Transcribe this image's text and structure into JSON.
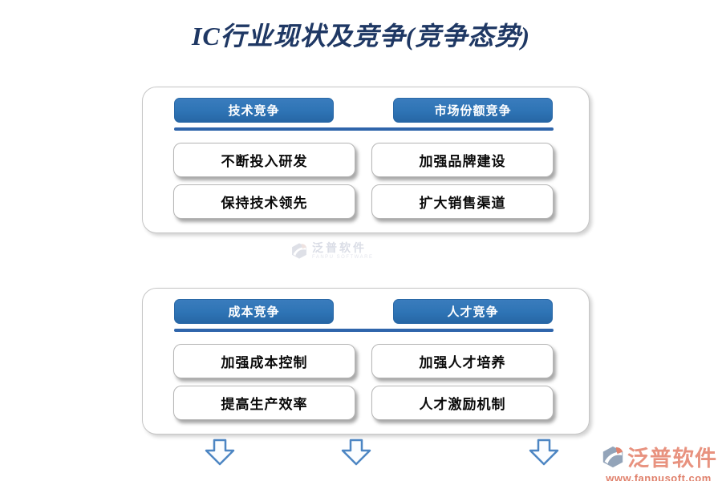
{
  "title": "IC行业现状及竞争(竞争态势)",
  "panels": [
    {
      "columns": [
        {
          "header": "技术竞争",
          "items": [
            "不断投入研发",
            "保持技术领先"
          ]
        },
        {
          "header": "市场份额竞争",
          "items": [
            "加强品牌建设",
            "扩大销售渠道"
          ]
        }
      ]
    },
    {
      "columns": [
        {
          "header": "成本竞争",
          "items": [
            "加强成本控制",
            "提高生产效率"
          ]
        },
        {
          "header": "人才竞争",
          "items": [
            "加强人才培养",
            "人才激励机制"
          ]
        }
      ]
    }
  ],
  "watermark": {
    "brand": "泛普软件",
    "subtitle": "FANPU SOFTWARE"
  },
  "footer_logo": {
    "brand": "泛普软件",
    "website": "www.fanpusoft.com"
  },
  "icons": {
    "down_arrow": "hollow-blue-down-arrow",
    "brand_logo": "fanpu-swoosh-badge"
  },
  "colors": {
    "title": "#1f3864",
    "header_fill": "#2e74b5",
    "divider": "#2f65ab",
    "brand_text": "#e8927f",
    "brand_url": "#e0816c",
    "watermark": "#ced2de"
  }
}
